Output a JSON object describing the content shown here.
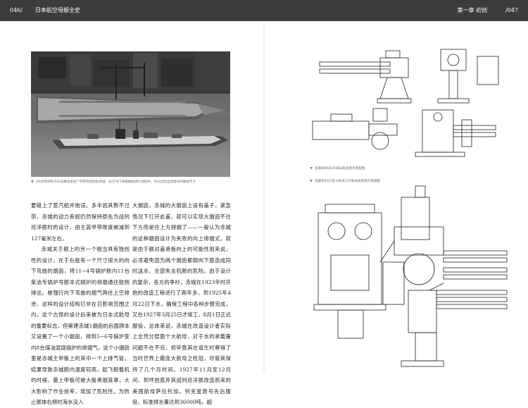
{
  "header": {
    "left_page": "046/",
    "book_title": "日本航空母舰全史",
    "chapter": "第一章 初创",
    "right_page": "/047"
  },
  "photo": {
    "caption": "1930年8月15日在横滨造船厂内等待改装的赤城、右方为门司级舰船进行试航中、可以比较出赤城号的舰体尺寸"
  },
  "text": {
    "col1": [
      "要碰上了蒸汽船并贻误。多半因其数不过弥，赤城的动力系统仍然保持原先为战列巡洋舰时的设计，由主装甲带厚度被减到127毫米左右。",
      "赤城关于舰上的另一个相当具有独创性的设计，在于右舷有一个尺寸很大的向下弯曲的烟囱，将11~4号锅炉舱内11台柴油专锅炉号舰本式锅炉的排烟通往舷侧排出。被强行向下弯曲的烟气再往上空排泄，这样的设计结构已非在日影响范围之内。这个古怪的设计后来被为日本式航母的重要标志，但第建赤城1烟囱的后面顾本又设置了一个小烟囱，排到5~6号锅炉室内8台煤油混烧锅炉的排烟气。这个小烟囱里是赤城主甲板上的其中一个上排气管，结果导致赤城舰内温度较高，起飞舰载机的时候，最上甲板可被大股黑烟笼罩，大大影响了作业效率，增加了危险性。为防止舰体右倾时海水没入"
    ],
    "col2": [
      "大烟囱，赤城的大烟囱上设有盖子，紧急情况下打开此盖，就可以实现大烟囱不往下方而是往上方排烟了——一般认为赤城的这种烟囱设计为失败的向上排烟式，就是由于舰对盖遮板向上的可能性用来说，必须避免因为两个烟囱都朝向下面造成同时送水、全部失去机舱的危险。由于设计的复杂，各方的争吵，赤城在1923年时开始的改造工程进行了两年多，到1925年4月22日下水，确保工程中各种步骤完成，又在1927年3月25日才竣工，8月1日正式服役，总体来说，赤城在改造设计者实际上全然分层面个大航母，对于水的承载量问题不在不完，但毕竟其在诞生时尊得了当时世界上最庞大航母之桂冠，尽管其保持了几个月时间。1927年11月至12月间，到坪由底弃其战列巡洋舰改造而来的美国航母萨拉托加。列克星敦号先后服役，标准排水量达到36000吨，超"
    ]
  },
  "figure_captions": {
    "mount_top": "双联装96式25毫米机关炮示意视图",
    "mount_bottom": "双联装45口径十年式120毫米高射炮示意视图"
  }
}
